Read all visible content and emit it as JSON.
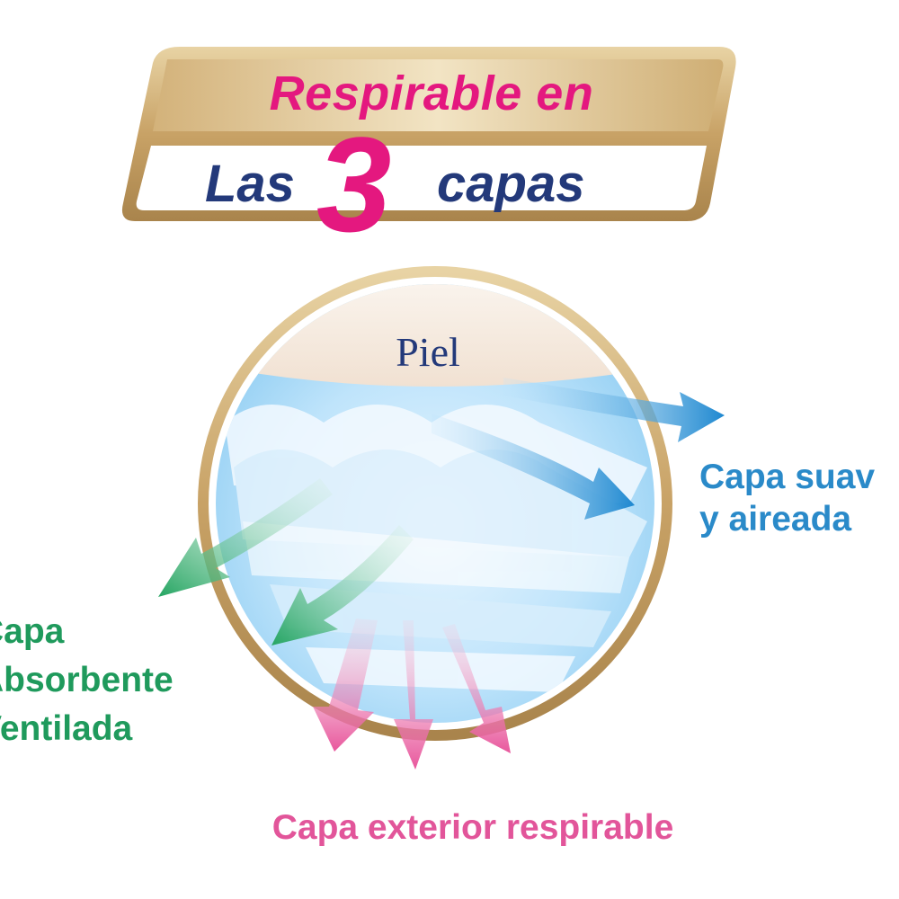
{
  "title": {
    "line1": "Respirable en",
    "line2_before": "Las",
    "line2_number": "3",
    "line2_after": "capas"
  },
  "center_label": "Piel",
  "layers": {
    "top": {
      "line1": "Capa suav",
      "line2": "y aireada",
      "color": "#2a8ac9"
    },
    "middle": {
      "line1": "Capa",
      "line2": "Absorbente",
      "line3": "Ventilada",
      "color": "#1f9a5c"
    },
    "bottom": {
      "line1": "Capa exterior respirable",
      "color": "#e2559a"
    }
  },
  "colors": {
    "accent_pink": "#e4187f",
    "title_navy": "#23397a",
    "gold_frame": "#c9a86a",
    "arrow_blue": "#1e88d0",
    "arrow_green": "#25a562",
    "arrow_pink": "#e8569c"
  },
  "icons": {
    "top_arrows": "arrow-right-icon",
    "middle_arrows": "arrow-down-left-icon",
    "bottom_arrows": "arrow-down-icon"
  }
}
